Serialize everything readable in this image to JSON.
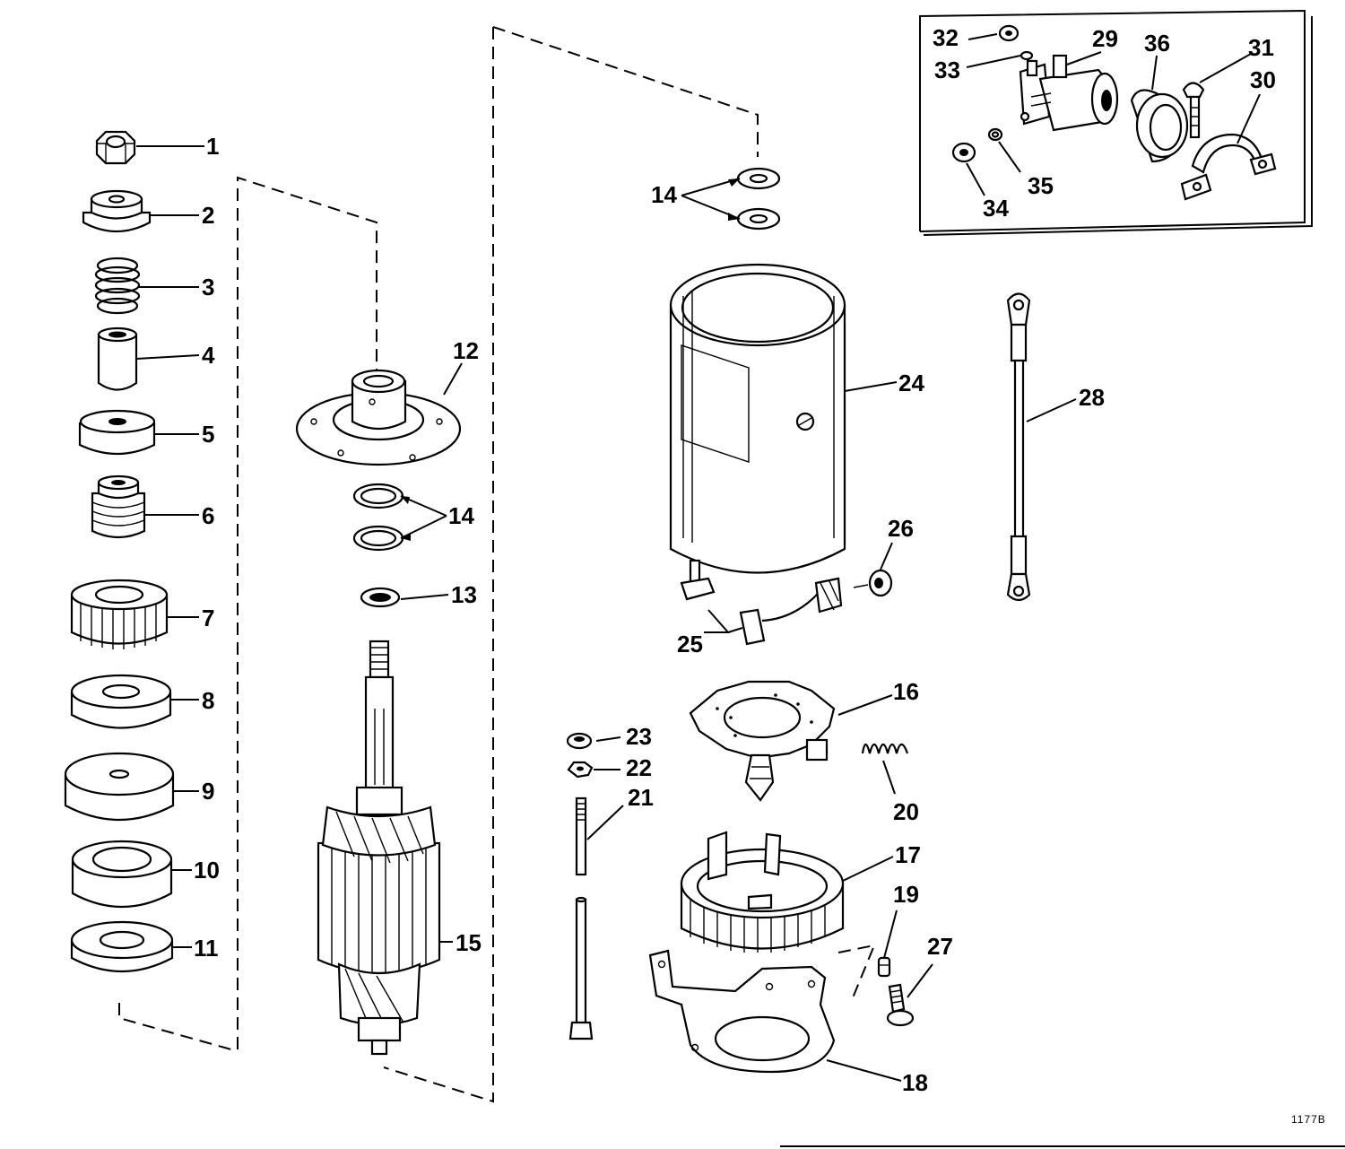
{
  "diagram": {
    "callouts": [
      {
        "id": "c1",
        "text": "1"
      },
      {
        "id": "c2",
        "text": "2"
      },
      {
        "id": "c3",
        "text": "3"
      },
      {
        "id": "c4",
        "text": "4"
      },
      {
        "id": "c5",
        "text": "5"
      },
      {
        "id": "c6",
        "text": "6"
      },
      {
        "id": "c7",
        "text": "7"
      },
      {
        "id": "c8",
        "text": "8"
      },
      {
        "id": "c9",
        "text": "9"
      },
      {
        "id": "c10",
        "text": "10"
      },
      {
        "id": "c11",
        "text": "11"
      },
      {
        "id": "c12",
        "text": "12"
      },
      {
        "id": "c13",
        "text": "13"
      },
      {
        "id": "c14a",
        "text": "14"
      },
      {
        "id": "c14b",
        "text": "14"
      },
      {
        "id": "c15",
        "text": "15"
      },
      {
        "id": "c16",
        "text": "16"
      },
      {
        "id": "c17",
        "text": "17"
      },
      {
        "id": "c18",
        "text": "18"
      },
      {
        "id": "c19",
        "text": "19"
      },
      {
        "id": "c20",
        "text": "20"
      },
      {
        "id": "c21",
        "text": "21"
      },
      {
        "id": "c22",
        "text": "22"
      },
      {
        "id": "c23",
        "text": "23"
      },
      {
        "id": "c24",
        "text": "24"
      },
      {
        "id": "c25",
        "text": "25"
      },
      {
        "id": "c26",
        "text": "26"
      },
      {
        "id": "c27",
        "text": "27"
      },
      {
        "id": "c28",
        "text": "28"
      },
      {
        "id": "c29",
        "text": "29"
      },
      {
        "id": "c30",
        "text": "30"
      },
      {
        "id": "c31",
        "text": "31"
      },
      {
        "id": "c32",
        "text": "32"
      },
      {
        "id": "c33",
        "text": "33"
      },
      {
        "id": "c34",
        "text": "34"
      },
      {
        "id": "c35",
        "text": "35"
      },
      {
        "id": "c36",
        "text": "36"
      }
    ],
    "figure_code": "1177B"
  }
}
